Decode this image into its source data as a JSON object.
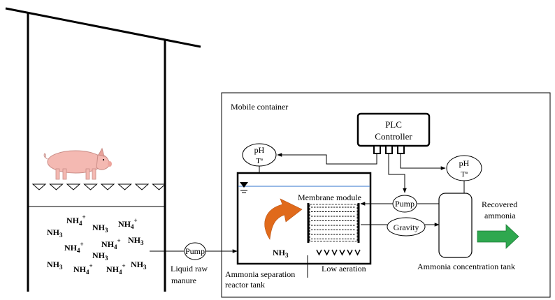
{
  "labels": {
    "mobile_container": "Mobile container",
    "plc_line1": "PLC",
    "plc_line2": "Controller",
    "ph_line1": "pH",
    "ph_line2": "Tª",
    "membrane_module": "Membrane module",
    "pump": "Pump",
    "gravity": "Gravity",
    "recovered_line1": "Recovered",
    "recovered_line2": "ammonia",
    "nh3_reactor": "NH",
    "nh3_reactor_sub": "3",
    "low_aeration": "Low aeration",
    "reactor_line1": "Ammonia separation",
    "reactor_line2": "reactor tank",
    "liquid_line1": "Liquid raw",
    "liquid_line2": "manure",
    "concentration_tank": "Ammonia concentration tank"
  },
  "ions": [
    {
      "base": "NH",
      "sub": "4",
      "sup": "+"
    },
    {
      "base": "NH",
      "sub": "3",
      "sup": ""
    },
    {
      "base": "NH",
      "sub": "3",
      "sup": ""
    },
    {
      "base": "NH",
      "sub": "4",
      "sup": "+"
    },
    {
      "base": "NH",
      "sub": "4",
      "sup": "+"
    },
    {
      "base": "NH",
      "sub": "4",
      "sup": "+"
    },
    {
      "base": "NH",
      "sub": "3",
      "sup": ""
    },
    {
      "base": "NH",
      "sub": "3",
      "sup": ""
    },
    {
      "base": "NH",
      "sub": "3",
      "sup": ""
    },
    {
      "base": "NH",
      "sub": "4",
      "sup": "+"
    },
    {
      "base": "NH",
      "sub": "4",
      "sup": "+"
    },
    {
      "base": "NH",
      "sub": "3",
      "sup": ""
    }
  ],
  "colors": {
    "recovered_arrow": "#2fa84f",
    "flow_arrow": "#e06a1b",
    "water_line": "#5b8fd6",
    "pig_body": "#f4b9b2"
  },
  "icons": [
    "pig-icon",
    "water-level-icon",
    "slat-floor-icon",
    "curved-flow-arrow-icon",
    "recovered-ammonia-arrow-icon"
  ]
}
